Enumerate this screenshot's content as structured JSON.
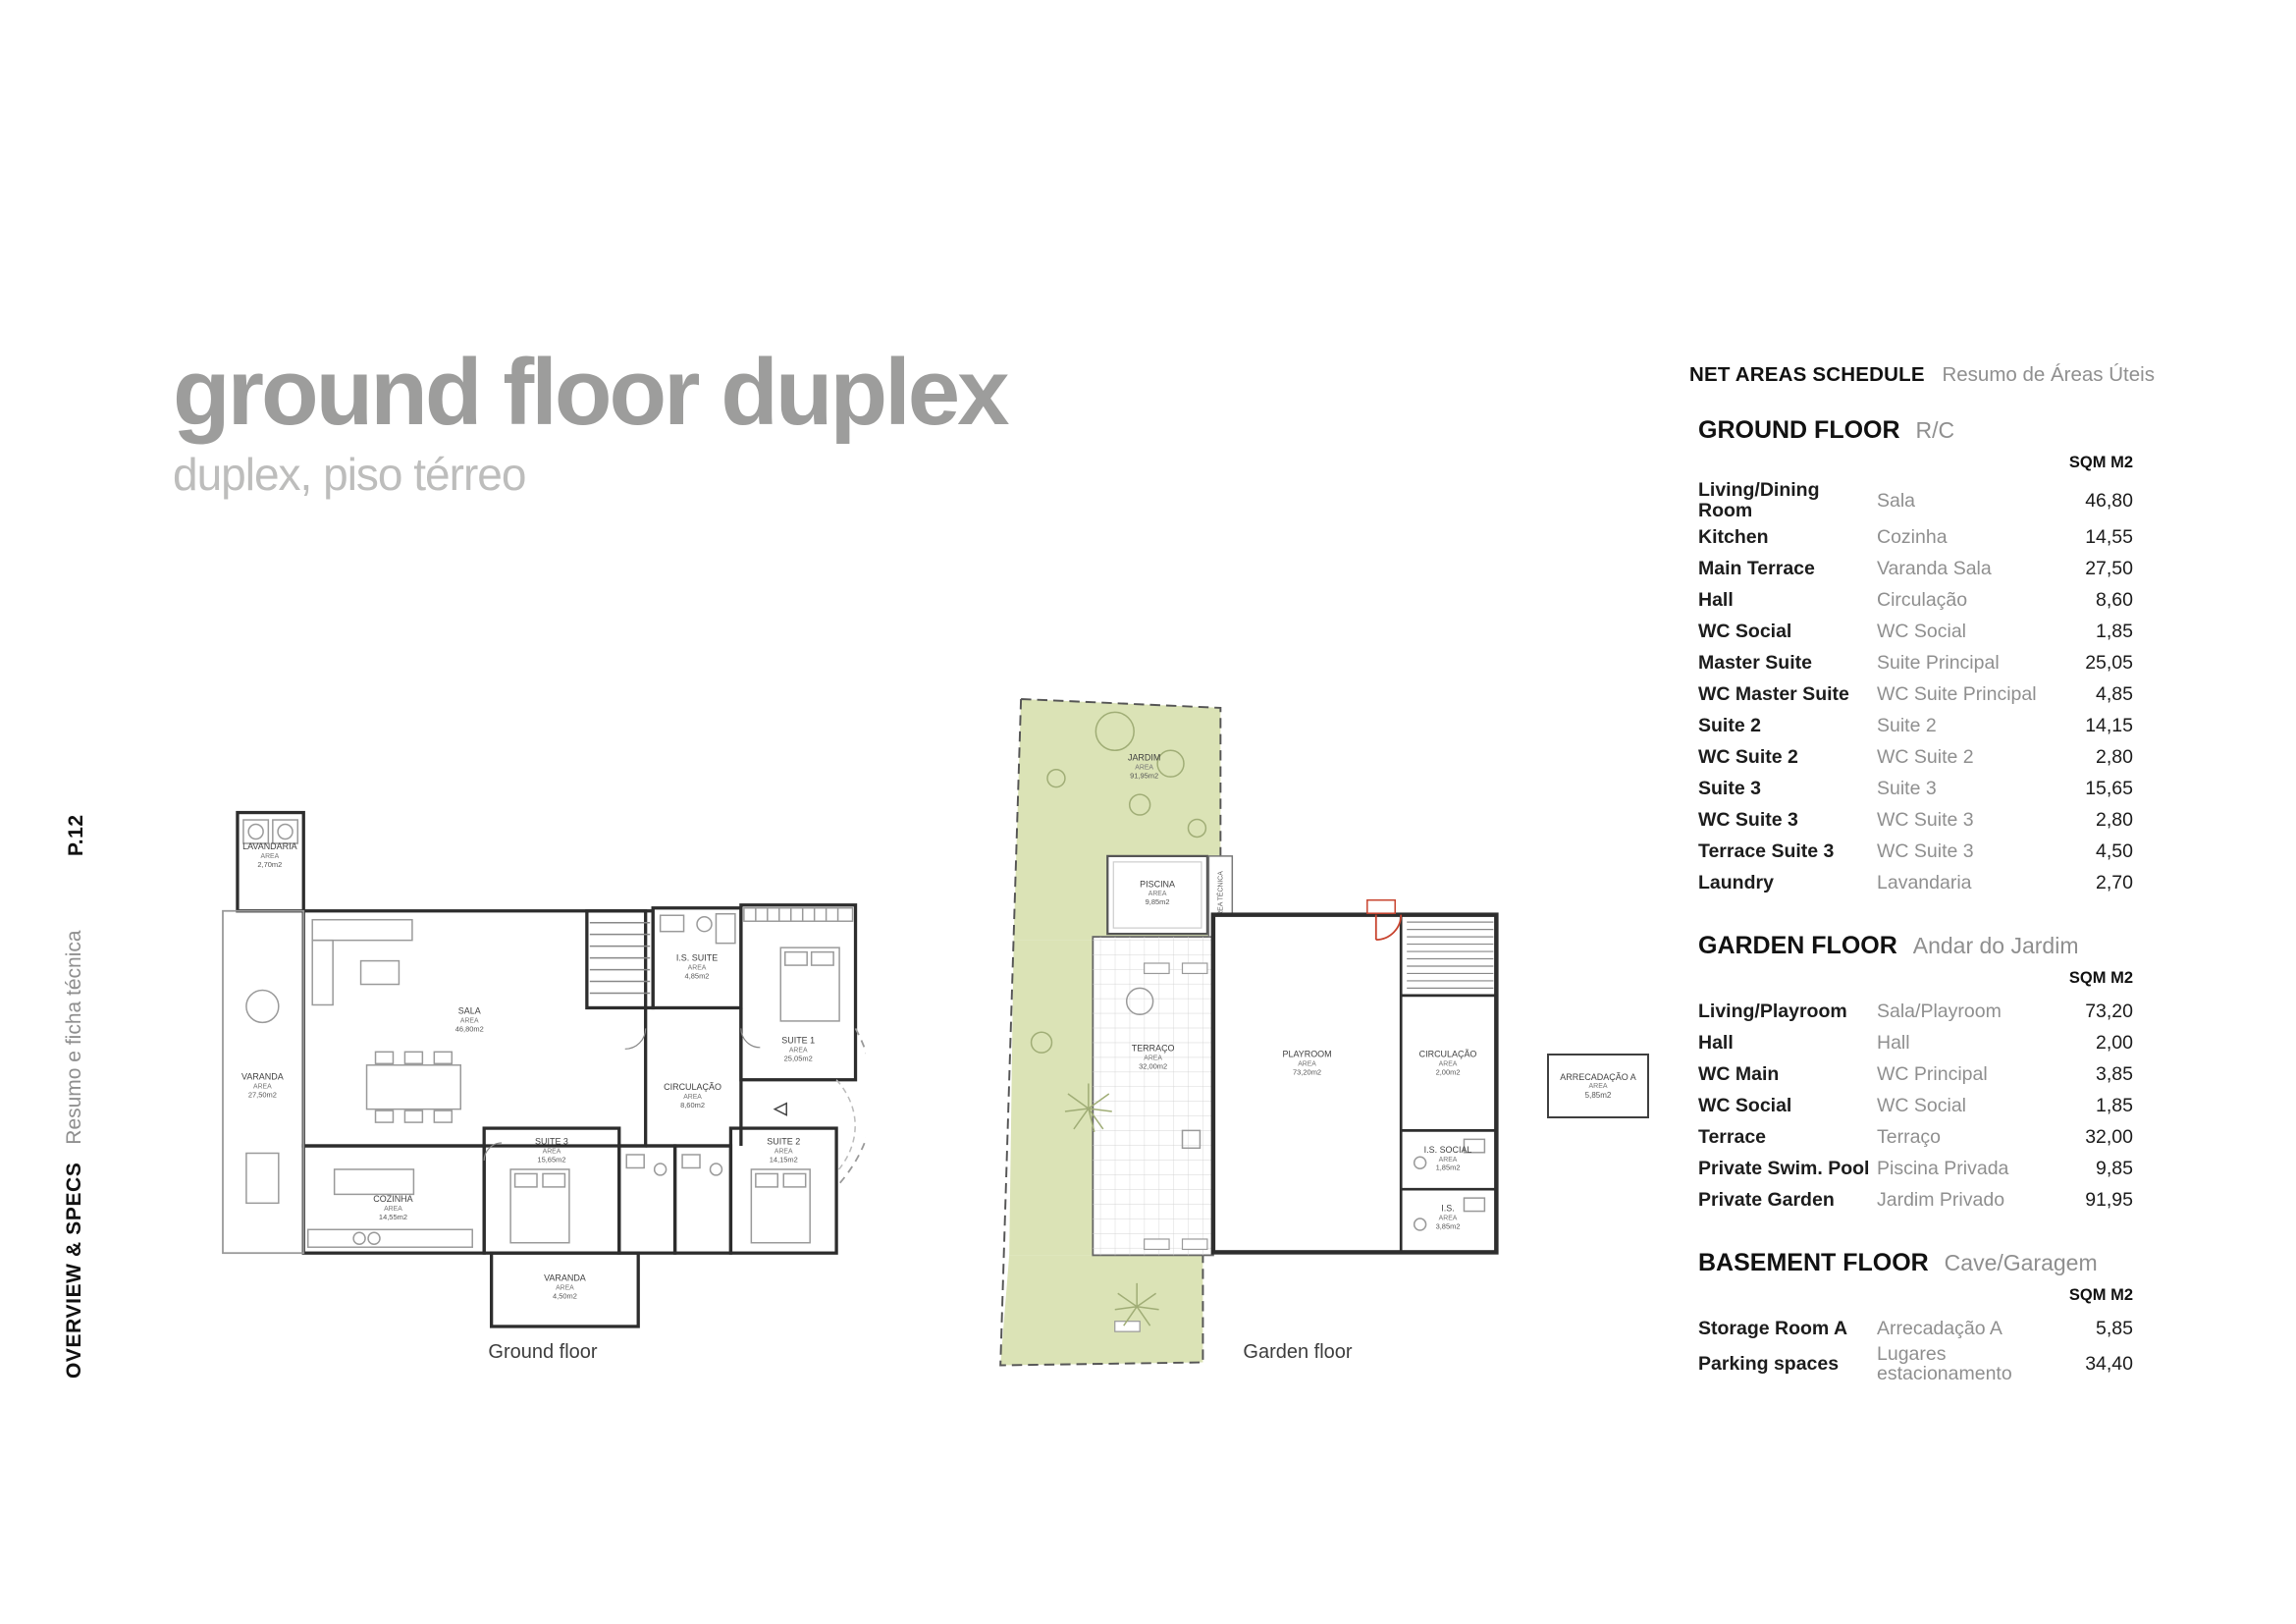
{
  "page": {
    "number": "P.12",
    "sidebar_bold": "OVERVIEW & SPECS",
    "sidebar_light": "Resumo e ficha técnica",
    "title": "ground floor duplex",
    "subtitle": "duplex, piso térreo"
  },
  "plans": {
    "area_word": "AREA",
    "ground": {
      "caption": "Ground floor",
      "rooms": [
        {
          "name": "LAVANDARIA",
          "area": "2,70m2"
        },
        {
          "name": "VARANDA",
          "area": "27,50m2"
        },
        {
          "name": "SALA",
          "area": "46,80m2"
        },
        {
          "name": "COZINHA",
          "area": "14,55m2"
        },
        {
          "name": "SUITE 1",
          "area": "25,05m2"
        },
        {
          "name": "I.S. SUITE",
          "area": "4,85m2"
        },
        {
          "name": "CIRCULAÇÃO",
          "area": "8,60m2"
        },
        {
          "name": "SUITE 3",
          "area": "15,65m2"
        },
        {
          "name": "SUITE 2",
          "area": "14,15m2"
        },
        {
          "name": "VARANDA",
          "area": "4,50m2"
        }
      ]
    },
    "garden": {
      "caption": "Garden floor",
      "tech_label": "ÁREA TÉCNICA",
      "storage": {
        "name": "ARRECADAÇÃO A",
        "area": "5,85m2"
      },
      "rooms": [
        {
          "name": "JARDIM",
          "area": "91,95m2"
        },
        {
          "name": "PISCINA",
          "area": "9,85m2"
        },
        {
          "name": "TERRAÇO",
          "area": "32,00m2"
        },
        {
          "name": "PLAYROOM",
          "area": "73,20m2"
        },
        {
          "name": "CIRCULAÇÃO",
          "area": "2,00m2"
        },
        {
          "name": "I.S. SOCIAL",
          "area": "1,85m2"
        },
        {
          "name": "I.S.",
          "area": "3,85m2"
        }
      ]
    }
  },
  "schedule": {
    "title": "NET AREAS SCHEDULE",
    "title_pt": "Resumo de Áreas Úteis",
    "unit_label": "SQM M2",
    "sections": [
      {
        "heading": "GROUND FLOOR",
        "heading_pt": "R/C",
        "rows": [
          {
            "en": "Living/Dining Room",
            "pt": "Sala",
            "sqm": "46,80"
          },
          {
            "en": "Kitchen",
            "pt": "Cozinha",
            "sqm": "14,55"
          },
          {
            "en": "Main Terrace",
            "pt": "Varanda Sala",
            "sqm": "27,50"
          },
          {
            "en": "Hall",
            "pt": "Circulação",
            "sqm": "8,60"
          },
          {
            "en": "WC Social",
            "pt": "WC Social",
            "sqm": "1,85"
          },
          {
            "en": "Master Suite",
            "pt": "Suite Principal",
            "sqm": "25,05"
          },
          {
            "en": "WC Master Suite",
            "pt": "WC Suite Principal",
            "sqm": "4,85"
          },
          {
            "en": "Suite 2",
            "pt": "Suite 2",
            "sqm": "14,15"
          },
          {
            "en": "WC Suite 2",
            "pt": "WC Suite 2",
            "sqm": "2,80"
          },
          {
            "en": "Suite 3",
            "pt": "Suite 3",
            "sqm": "15,65"
          },
          {
            "en": "WC Suite 3",
            "pt": "WC Suite 3",
            "sqm": "2,80"
          },
          {
            "en": "Terrace Suite 3",
            "pt": "WC Suite 3",
            "sqm": "4,50"
          },
          {
            "en": "Laundry",
            "pt": "Lavandaria",
            "sqm": "2,70"
          }
        ]
      },
      {
        "heading": "GARDEN FLOOR",
        "heading_pt": "Andar do Jardim",
        "rows": [
          {
            "en": "Living/Playroom",
            "pt": "Sala/Playroom",
            "sqm": "73,20"
          },
          {
            "en": "Hall",
            "pt": "Hall",
            "sqm": "2,00"
          },
          {
            "en": "WC Main",
            "pt": "WC Principal",
            "sqm": "3,85"
          },
          {
            "en": "WC Social",
            "pt": "WC Social",
            "sqm": "1,85"
          },
          {
            "en": "Terrace",
            "pt": "Terraço",
            "sqm": "32,00"
          },
          {
            "en": "Private Swim. Pool",
            "pt": "Piscina Privada",
            "sqm": "9,85"
          },
          {
            "en": "Private Garden",
            "pt": "Jardim Privado",
            "sqm": "91,95"
          }
        ]
      },
      {
        "heading": "BASEMENT FLOOR",
        "heading_pt": "Cave/Garagem",
        "rows": [
          {
            "en": "Storage Room A",
            "pt": "Arrecadação A",
            "sqm": "5,85"
          },
          {
            "en": "Parking spaces",
            "pt": "Lugares estacionamento",
            "sqm": "34,40"
          }
        ]
      }
    ]
  }
}
